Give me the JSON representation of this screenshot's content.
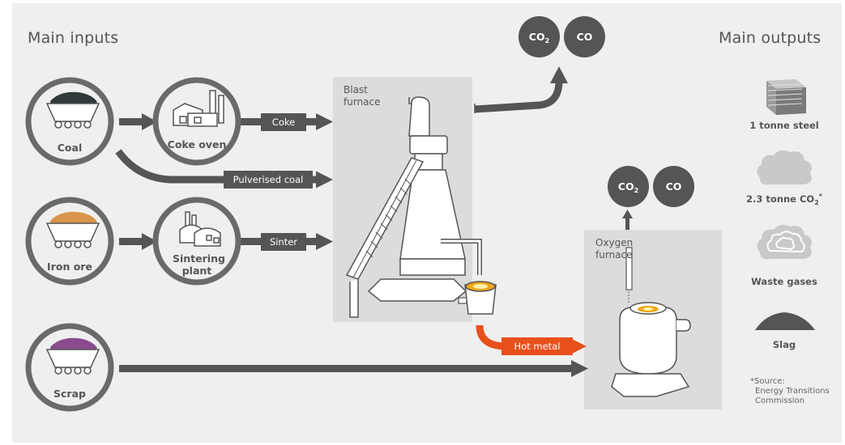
{
  "headings": {
    "inputs": "Main inputs",
    "outputs": "Main outputs"
  },
  "inputs": {
    "coal": "Coal",
    "iron_ore": "Iron ore",
    "scrap": "Scrap"
  },
  "processes": {
    "coke_oven": "Coke oven",
    "sintering_plant": "Sintering plant",
    "blast_furnace": "Blast furnace",
    "oxygen_furnace": "Oxygen furnace"
  },
  "flows": {
    "coke": "Coke",
    "pulverised_coal": "Pulverised coal",
    "sinter": "Sinter",
    "hot_metal": "Hot metal"
  },
  "emissions": {
    "co2_main": "CO",
    "co2_sub": "2",
    "co": "CO"
  },
  "outputs": {
    "steel": "1 tonne steel",
    "co2_amount": "2.3 tonne CO",
    "co2_sub": "2",
    "co2_star": "*",
    "waste_gases": "Waste gases",
    "slag": "Slag"
  },
  "footnote": {
    "line1": "*Source:",
    "line2": "Energy Transitions",
    "line3": "Commission"
  },
  "colors": {
    "background": "#efefef",
    "dark": "#555555",
    "hot_metal": "#e8501b",
    "furnace_box": "#dcdcdc",
    "ring": "#6a6a6a",
    "coal_fill": "#2f3a3a",
    "iron_fill": "#d9964a",
    "scrap_fill": "#8a4a8e"
  }
}
